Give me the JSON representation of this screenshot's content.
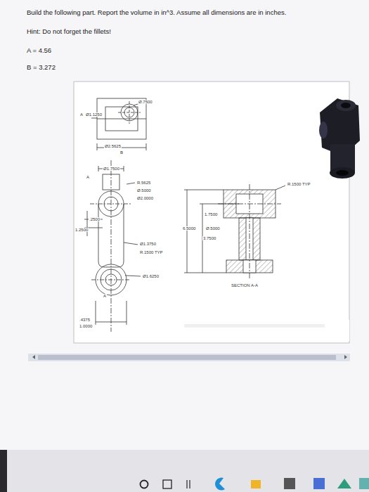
{
  "diagram": {
    "labels": [
      "Build the following part. Report the volume in in^3. Assume all dimensions are in inches.",
      "Hint: Do not forget the fillets!",
      "A = 4.56",
      "B = 3.272",
      "Ø.7500",
      "A",
      "Ø1.1250",
      "Ø2.5625",
      "B",
      "Ø1.7500",
      "A",
      "R.5625",
      "Ø.5000",
      "Ø2.0000",
      ".2500",
      "1.2500",
      "Ø1.3750",
      "R.1500 TYP",
      "Ø1.6250",
      "A",
      ".4375",
      "1.0000",
      "1.7500",
      "6.5000",
      "Ø.5000",
      "3.7500",
      "R.1500 TYP",
      "SECTION A-A"
    ]
  }
}
